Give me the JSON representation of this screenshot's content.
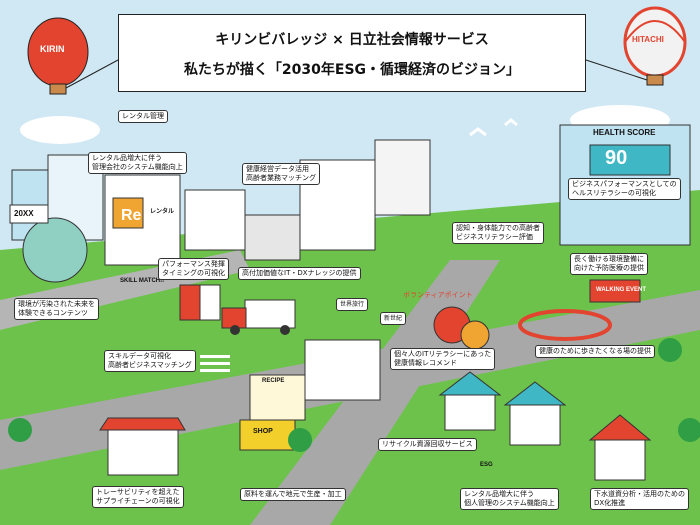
{
  "banner": {
    "line1": "キリンビバレッジ × 日立社会情報サービス",
    "line2": "私たちが描く「2030年ESG・循環経済のビジョン」"
  },
  "balloons": {
    "left": "KIRIN",
    "right": "HITACHI"
  },
  "signs": {
    "rental": "レンタル管理",
    "rental_shop": "レンタル",
    "health_score_title": "HEALTH SCORE",
    "health_score_value": "90",
    "year_sign": "20XX",
    "skill_match": "SKILL MATCH!!",
    "walking_event": "WALKING EVENT",
    "recipe": "RECIPE",
    "shop": "SHOP",
    "world_trip": "世界旅行",
    "shinsei": "新世紀",
    "esg": "ESG"
  },
  "labels": {
    "rental_system": "レンタル品増大に伴う\n管理会社のシステム機能向上",
    "health_data": "健康経営データ活用\n高齢者業務マッチング",
    "business_perf": "ビジネスパフォーマンスとしての\nヘルスリテラシーの可視化",
    "future_content": "環境が汚染された未来を\n体験できるコンテンツ",
    "perf_timing": "パフォーマンス発揮\nタイミングの可視化",
    "it_dx": "高付加価値なIT・DXナレッジの提供",
    "cognitive": "認知・身体能力での高齢者\nビジネスリテラシー評価",
    "prevention": "長く働ける環境整備に\n向けた予防医療の提供",
    "skill_data": "スキルデータ可視化\n高齢者ビジネスマッチング",
    "volunteer": "ボランティアポイント",
    "walk_env": "健康のために歩きたくなる場の提供",
    "it_literacy": "個々人のITリテラシーにあった\n健康情報レコメンド",
    "recycle": "リサイクル資源回収サービス",
    "traceability": "トレーサビリティを超えた\nサプライチェーンの可視化",
    "raw_material": "原料を運んで地元で生産・加工",
    "personal_rental": "レンタル品増大に伴う\n個人管理のシステム機能向上",
    "sewage": "下水道資分析・活用のための\nDX化推進"
  },
  "colors": {
    "sky": "#cfe8f3",
    "grass": "#6cc24a",
    "road": "#a8a8a8",
    "building_blue": "#bfe3f1",
    "accent_red": "#e2442f",
    "accent_orange": "#f0a431",
    "accent_yellow": "#f3cf2b"
  }
}
